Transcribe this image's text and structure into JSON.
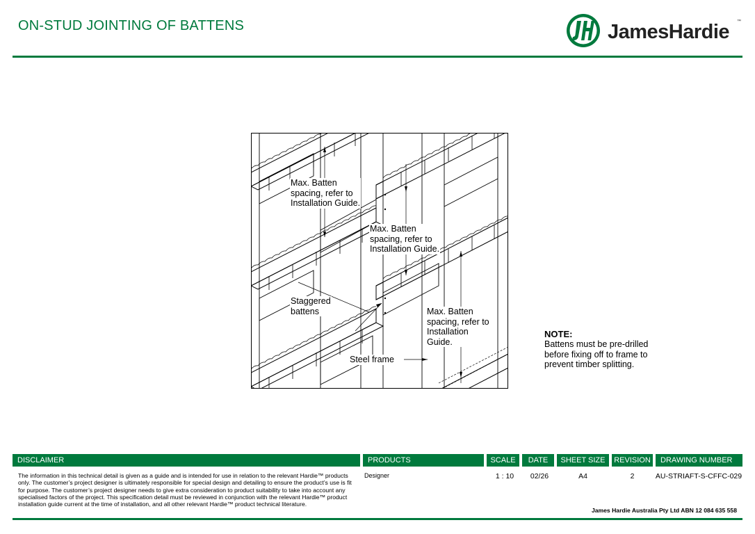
{
  "header": {
    "title": "ON-STUD JOINTING OF BATTENS",
    "logo_text": "JamesHardie",
    "logo_tm": "™",
    "logo_monogram": "JH"
  },
  "drawing": {
    "labels": [
      "Max. Batten\nspacing, refer to\nInstallation Guide.",
      "Max. Batten\nspacing, refer to\nInstallation Guide.",
      "Staggered\nbattens",
      "Max. Batten\nspacing, refer to\nInstallation\nGuide.",
      "Steel frame"
    ]
  },
  "note": {
    "heading": "NOTE:",
    "body": "Battens must be pre-drilled before fixing off to frame to prevent timber splitting."
  },
  "titleblock": {
    "headers": {
      "disclaimer": "DISCLAIMER",
      "products": "PRODUCTS",
      "scale": "SCALE",
      "date": "DATE",
      "sheet_size": "SHEET SIZE",
      "revision": "REVISION",
      "drawing_number": "DRAWING NUMBER"
    },
    "disclaimer_text": "The information in this technical detail is given as a guide and is intended for use in relation to the relevant Hardie™ products only. The customer’s project designer is ultimately responsible for special design and detailing to ensure the product’s use is fit for purpose. The customer’s project designer needs to give extra consideration to product suitability to take into account any specialised factors of the project. This specification detail must be reviewed in conjunction with the relevant Hardie™ product installation guide current at the time of installation, and all other relevant Hardie™ product technical literature.",
    "products": "Designer",
    "scale": "1 : 10",
    "date": "02/26",
    "sheet_size": "A4",
    "revision": "2",
    "drawing_number": "AU-STRIAFT-S-CFFC-029",
    "company": "James Hardie Australia Pty Ltd ABN 12 084 635 558"
  },
  "colors": {
    "brand_green": "#007a3d"
  }
}
